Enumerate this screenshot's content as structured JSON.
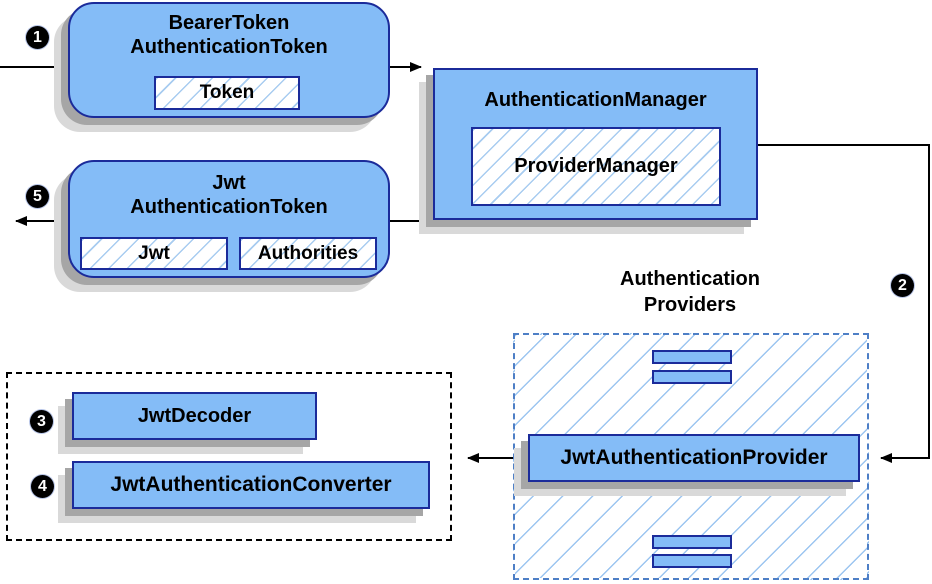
{
  "diagram": {
    "badges": {
      "b1": "1",
      "b2": "2",
      "b3": "3",
      "b4": "4",
      "b5": "5"
    },
    "nodes": {
      "bearer_token": {
        "title_line1": "BearerToken",
        "title_line2": "AuthenticationToken",
        "token_label": "Token"
      },
      "authentication_manager": {
        "title": "AuthenticationManager",
        "provider_manager_label": "ProviderManager"
      },
      "jwt_authentication_token": {
        "title_line1": "Jwt",
        "title_line2": "AuthenticationToken",
        "jwt_label": "Jwt",
        "authorities_label": "Authorities"
      },
      "authentication_providers": {
        "title_line1": "Authentication",
        "title_line2": "Providers"
      },
      "jwt_authentication_provider": {
        "label": "JwtAuthenticationProvider"
      },
      "jwt_decoder": {
        "label": "JwtDecoder"
      },
      "jwt_authentication_converter": {
        "label": "JwtAuthenticationConverter"
      }
    },
    "colors": {
      "node_fill": "#84bcf7",
      "node_border": "#1b2b9a",
      "hatch_line": "#a8ccf0",
      "dashed_blue_border": "#4e7fc6",
      "shadow_dark": "#a6a6a6",
      "shadow_light": "#d9d9d9",
      "connector": "#000000"
    }
  }
}
